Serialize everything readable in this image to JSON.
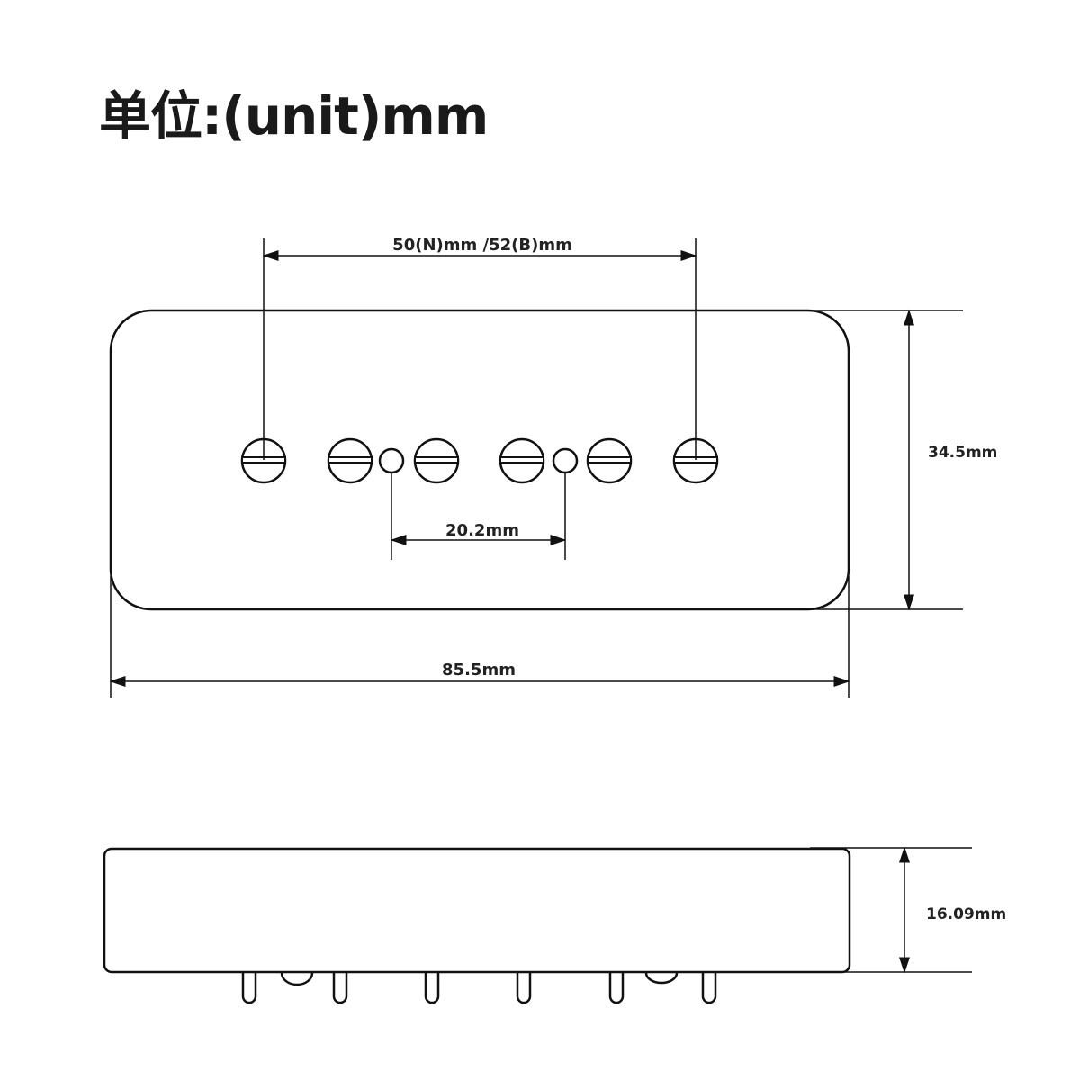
{
  "title": "单位:(unit)mm",
  "dimensions": {
    "pole_spacing": "50(N)mm /52(B)mm",
    "screw_spacing": "20.2mm",
    "width": "85.5mm",
    "height": "34.5mm",
    "thickness": "16.09mm"
  }
}
